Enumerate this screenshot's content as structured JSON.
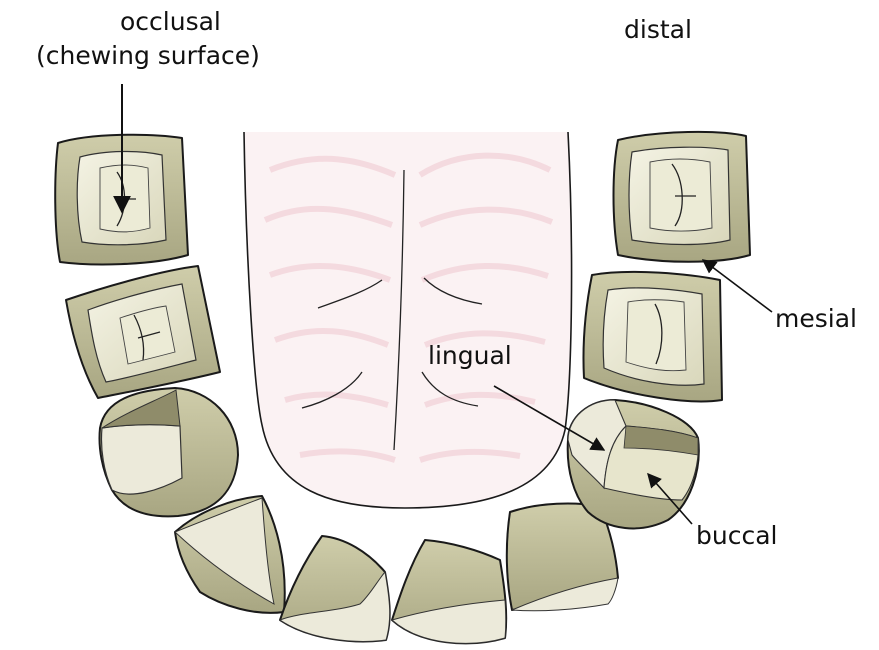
{
  "labels": {
    "occlusal_line1": "occlusal",
    "occlusal_line2": "(chewing surface)",
    "distal": "distal",
    "mesial": "mesial",
    "lingual": "lingual",
    "buccal": "buccal"
  },
  "colors": {
    "tooth_fill": "#d6d4b4",
    "tooth_face": "#eae8d2",
    "tooth_shadow": "#a9a684",
    "tongue_tint": "#f5dfe3",
    "line": "#1a1a1a"
  }
}
